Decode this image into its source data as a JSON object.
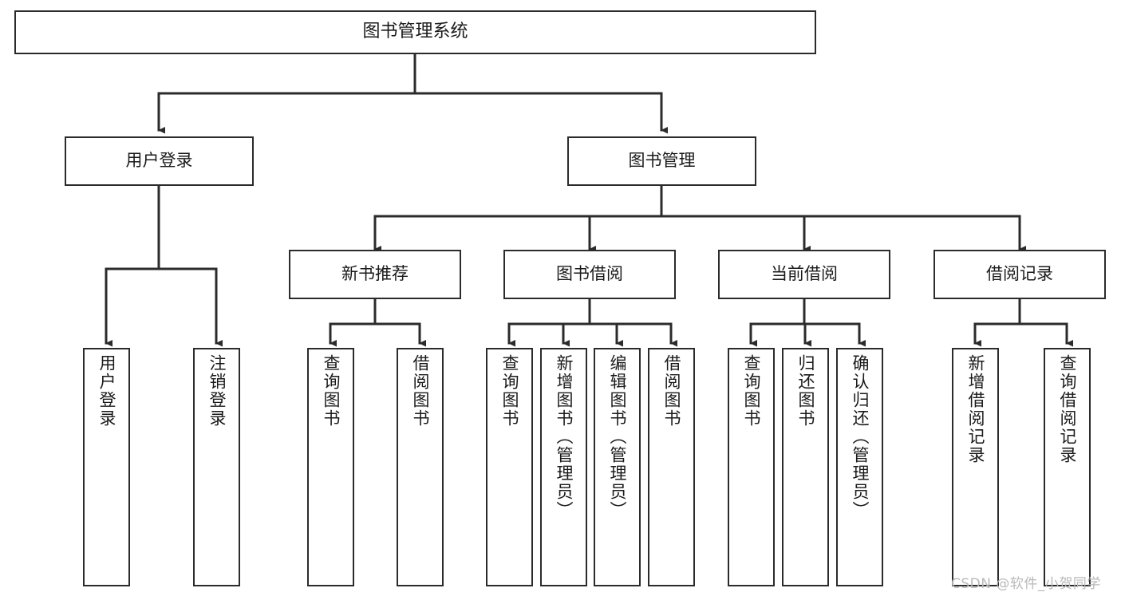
{
  "diagram": {
    "title": "图书管理系统",
    "watermark": "CSDN @软件_小贺同学",
    "stroke_color": "#2b2b2b",
    "fill_color": "#ffffff",
    "text_color": "#1a1a1a",
    "watermark_color": "#b9b9b9",
    "nodes": {
      "root": {
        "label": "图书管理系统"
      },
      "level1": [
        {
          "id": "user-login",
          "label": "用户登录"
        },
        {
          "id": "book-manage",
          "label": "图书管理"
        }
      ],
      "level2": [
        {
          "id": "new-book-recommend",
          "label": "新书推荐"
        },
        {
          "id": "book-borrow",
          "label": "图书借阅"
        },
        {
          "id": "current-borrow",
          "label": "当前借阅"
        },
        {
          "id": "borrow-record",
          "label": "借阅记录"
        }
      ],
      "leaves": {
        "user_login": [
          {
            "id": "leaf-user-login",
            "label": "用户登录"
          },
          {
            "id": "leaf-logout-login",
            "label": "注销登录"
          }
        ],
        "new_book_recommend": [
          {
            "id": "leaf-query-book-1",
            "label": "查询图书"
          },
          {
            "id": "leaf-borrow-book-1",
            "label": "借阅图书"
          }
        ],
        "book_borrow": [
          {
            "id": "leaf-query-book-2",
            "label": "查询图书"
          },
          {
            "id": "leaf-add-book",
            "label": "新增图书（管理员）"
          },
          {
            "id": "leaf-edit-book",
            "label": "编辑图书（管理员）"
          },
          {
            "id": "leaf-borrow-book-2",
            "label": "借阅图书"
          }
        ],
        "current_borrow": [
          {
            "id": "leaf-query-book-3",
            "label": "查询图书"
          },
          {
            "id": "leaf-return-book",
            "label": "归还图书"
          },
          {
            "id": "leaf-confirm-return",
            "label": "确认归还（管理员）"
          }
        ],
        "borrow_record": [
          {
            "id": "leaf-add-record",
            "label": "新增借阅记录"
          },
          {
            "id": "leaf-query-record",
            "label": "查询借阅记录"
          }
        ]
      }
    }
  }
}
